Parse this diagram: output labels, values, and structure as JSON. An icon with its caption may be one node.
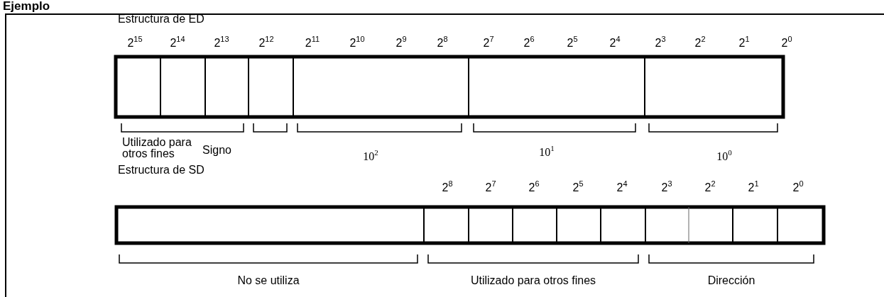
{
  "diagram": {
    "title": "Ejemplo",
    "labels": [
      "Estructura de ED",
      "2$^{15}$",
      "2$^{14}$",
      "2$^{13}$",
      "2$^{12}$",
      "2$^{11}$",
      "2$^{10}$",
      "2$^{9}$",
      "2$^{8}$",
      "2$^{7}$",
      "2$^{6}$",
      "2$^{5}$",
      "2$^{4}$",
      "2$^{3}$",
      "2$^{2}$",
      "2$^{1}$",
      "2$^{0}$",
      "Utilizado para otros fines",
      "Signo",
      "10$^{2}$",
      "10$^{1}$",
      "10$^{0}$",
      "Estructura de SD",
      "2$^{8}$",
      "2$^{7}$",
      "2$^{6}$",
      "2$^{5}$",
      "2$^{4}$",
      "2$^{3}$",
      "2$^{2}$",
      "2$^{1}$",
      "2$^{0}$",
      "No se utiliza",
      "Utilizado para otros fines",
      "Dirección"
    ]
  }
}
